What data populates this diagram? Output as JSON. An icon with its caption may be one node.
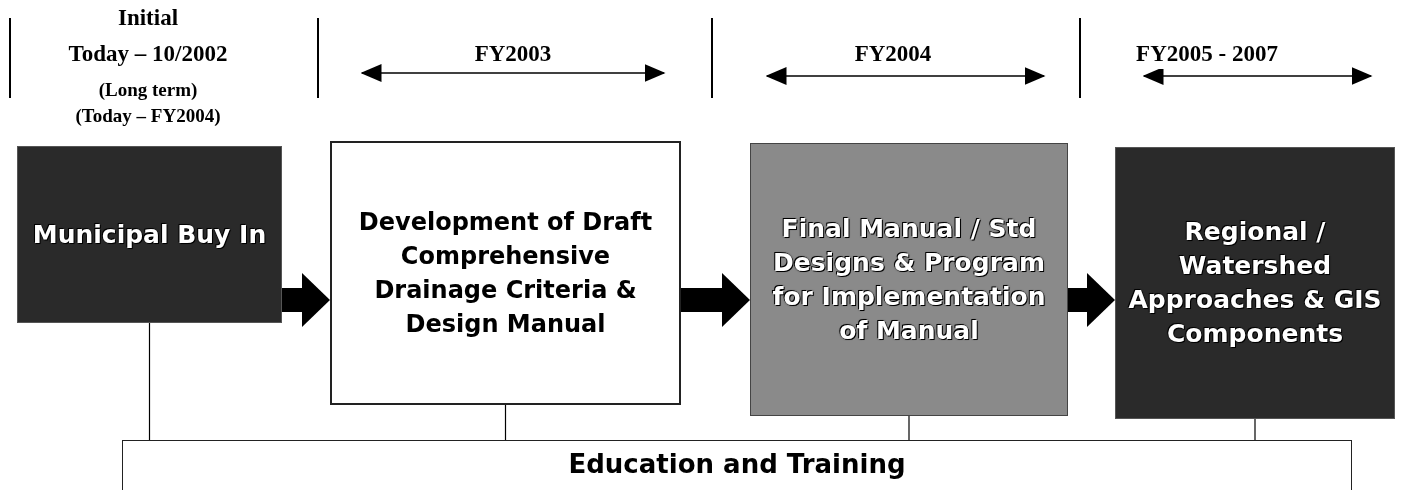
{
  "diagram": {
    "nodes": [
      {
        "text": [
          "Municipal Buy In"
        ]
      },
      {
        "text": [
          "Development of Draft Comprehensive Drainage Criteria & Design Manual"
        ]
      },
      {
        "text": [
          "Final Manual / Std Designs & Program for Implementation of Manual"
        ]
      },
      {
        "text": [
          "Regional / Watershed Approaches & GIS Components"
        ]
      },
      {
        "text": [
          "Education and Training"
        ]
      }
    ],
    "edges": [
      {
        "from": 0,
        "to": 1,
        "arrow": "to",
        "style": "thick"
      },
      {
        "from": 1,
        "to": 2,
        "arrow": "to",
        "style": "thick"
      },
      {
        "from": 2,
        "to": 3,
        "arrow": "to",
        "style": "thick"
      },
      {
        "from": 0,
        "to": 4,
        "arrow": "none"
      },
      {
        "from": 1,
        "to": 4,
        "arrow": "none"
      },
      {
        "from": 2,
        "to": 4,
        "arrow": "none"
      },
      {
        "from": 3,
        "to": 4,
        "arrow": "none"
      }
    ],
    "labels": [
      "Initial",
      "Today – 10/2002",
      "(Long term)",
      "(Today – FY2004)",
      "FY2003",
      "FY2004",
      "FY2005 - 2007"
    ]
  }
}
